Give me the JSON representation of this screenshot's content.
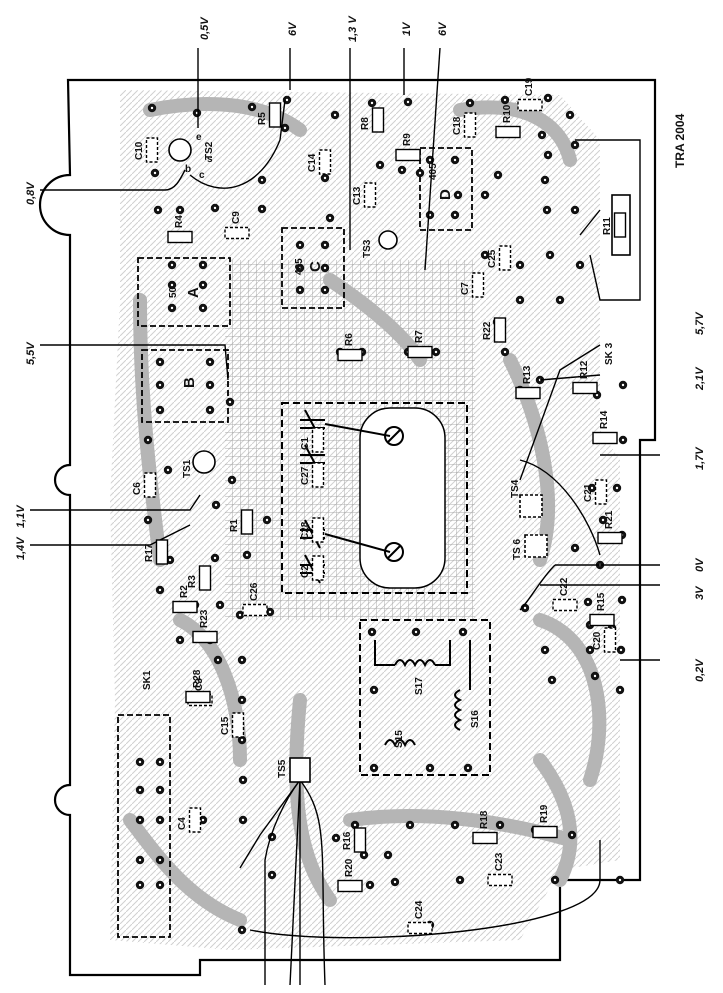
{
  "board": {
    "title": "TRA 2004",
    "sockets": {
      "sk1": "SK1",
      "sk3": "SK 3"
    },
    "module_letters": [
      "A",
      "B",
      "C",
      "D"
    ],
    "module_codes": {
      "a": "50",
      "c": "405",
      "d": "405"
    }
  },
  "voltages": [
    "0,5V",
    "6V",
    "1,3 V",
    "1V",
    "6V",
    "0,8V",
    "5,5V",
    "5,7V",
    "2,1V",
    "1,7V",
    "1,1V",
    "1,4V",
    "3V",
    "0V",
    "0,2V"
  ],
  "transistors": [
    "TS2",
    "TS3",
    "TS1",
    "TS4",
    "TS 6",
    "TS5"
  ],
  "capacitors": [
    "C10",
    "C14",
    "C13",
    "C9",
    "C18",
    "C19",
    "C25",
    "C7",
    "C6",
    "C1",
    "C27",
    "C28",
    "C2",
    "C26",
    "C3",
    "C15",
    "C4",
    "C21",
    "C22",
    "C20",
    "C23",
    "C24"
  ],
  "resistors": [
    "R5",
    "R4",
    "R8",
    "R9",
    "R10",
    "R11",
    "R6",
    "R7",
    "R22",
    "R13",
    "R12",
    "R14",
    "R1",
    "R17",
    "R2",
    "R3",
    "R23",
    "R28",
    "R21",
    "R15",
    "R16",
    "R18",
    "R19",
    "R20"
  ],
  "coils": [
    "S17",
    "S15",
    "S16"
  ],
  "pin_labels": [
    "b",
    "c",
    "e",
    "s"
  ]
}
